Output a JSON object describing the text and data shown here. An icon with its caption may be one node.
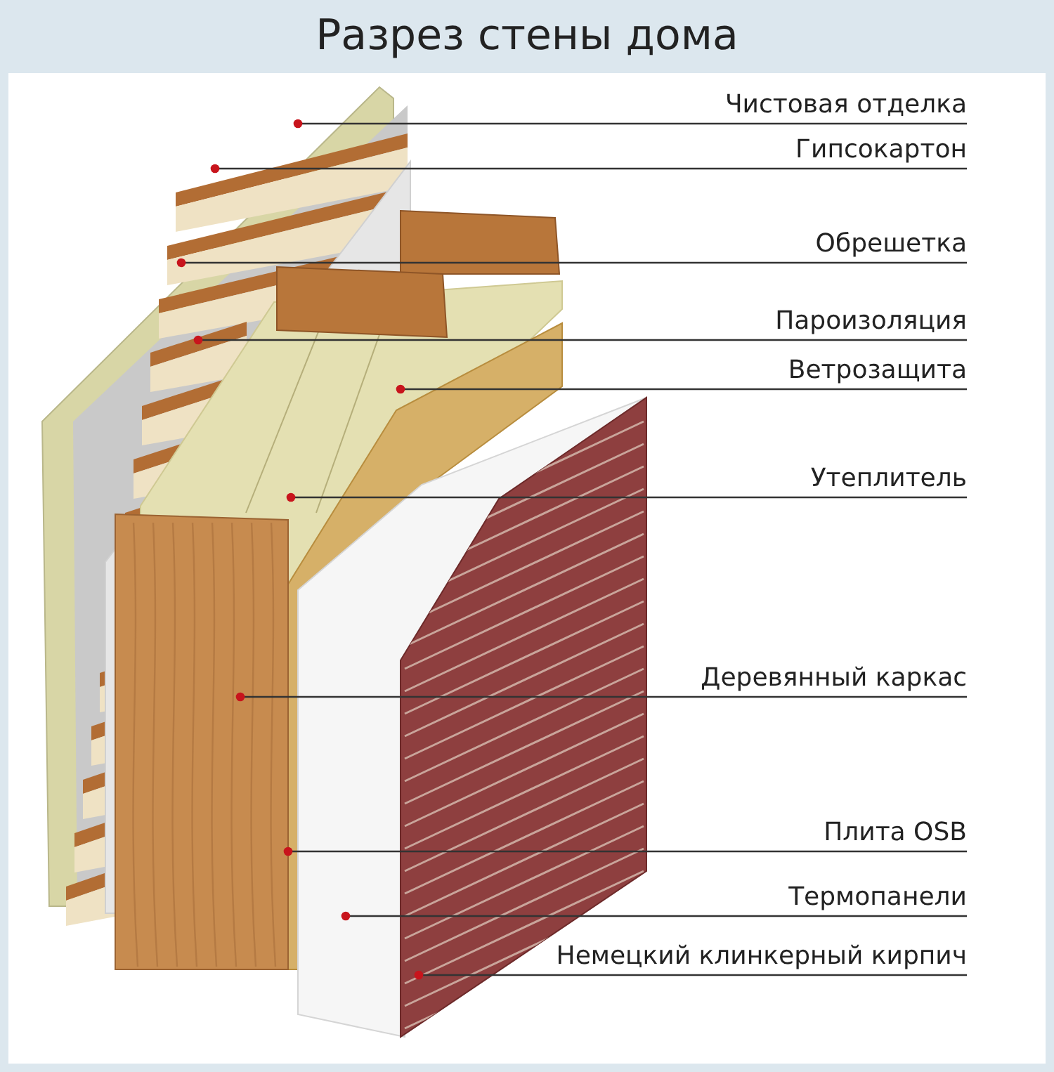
{
  "diagram": {
    "title": "Разрез стены дома",
    "nodes": [
      {
        "text": [
          "Чистовая отделка"
        ]
      },
      {
        "text": [
          "Гипсокартон"
        ]
      },
      {
        "text": [
          "Обрешетка"
        ]
      },
      {
        "text": [
          "Пароизоляция"
        ]
      },
      {
        "text": [
          "Ветрозащита"
        ]
      },
      {
        "text": [
          "Утеплитель"
        ]
      },
      {
        "text": [
          "Деревянный каркас"
        ]
      },
      {
        "text": [
          "Плита OSB"
        ]
      },
      {
        "text": [
          "Термопанели"
        ]
      },
      {
        "text": [
          "Немецкий клинкерный кирпич"
        ]
      }
    ],
    "edges": [
      {
        "from": 0,
        "to": null,
        "arrow": "other"
      },
      {
        "from": 1,
        "to": null,
        "arrow": "other"
      },
      {
        "from": 2,
        "to": null,
        "arrow": "other"
      },
      {
        "from": 3,
        "to": null,
        "arrow": "other"
      },
      {
        "from": 4,
        "to": null,
        "arrow": "other"
      },
      {
        "from": 5,
        "to": null,
        "arrow": "other"
      },
      {
        "from": 6,
        "to": null,
        "arrow": "other"
      },
      {
        "from": 7,
        "to": null,
        "arrow": "other"
      },
      {
        "from": 8,
        "to": null,
        "arrow": "other"
      },
      {
        "from": 9,
        "to": null,
        "arrow": "other"
      }
    ]
  }
}
